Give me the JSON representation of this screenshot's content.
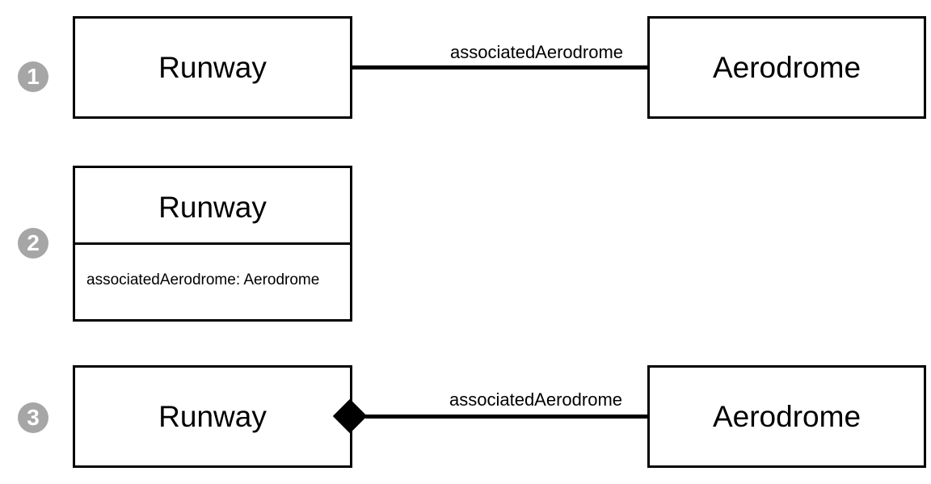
{
  "diagrams": [
    {
      "badge": "1",
      "source": "Runway",
      "target": "Aerodrome",
      "association": "associatedAerodrome"
    },
    {
      "badge": "2",
      "class_name": "Runway",
      "attribute": "associatedAerodrome: Aerodrome"
    },
    {
      "badge": "3",
      "source": "Runway",
      "target": "Aerodrome",
      "association": "associatedAerodrome",
      "aggregation": "composite"
    }
  ],
  "colors": {
    "badge": "#a6a6a6",
    "line": "#000000"
  }
}
